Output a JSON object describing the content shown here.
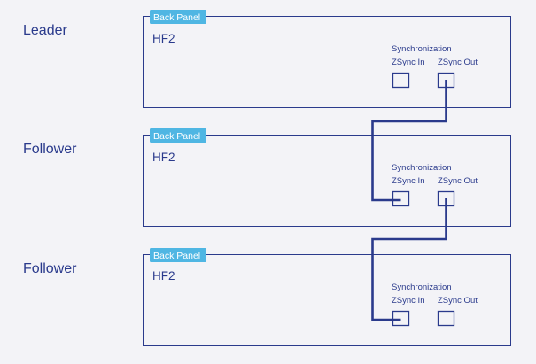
{
  "devices": [
    {
      "role": "Leader",
      "badge": "Back Panel",
      "model": "HF2",
      "sync_title": "Synchronization",
      "port_in": "ZSync In",
      "port_out": "ZSync Out"
    },
    {
      "role": "Follower",
      "badge": "Back Panel",
      "model": "HF2",
      "sync_title": "Synchronization",
      "port_in": "ZSync In",
      "port_out": "ZSync Out"
    },
    {
      "role": "Follower",
      "badge": "Back Panel",
      "model": "HF2",
      "sync_title": "Synchronization",
      "port_in": "ZSync In",
      "port_out": "ZSync Out"
    }
  ],
  "connections": [
    {
      "from_device": 0,
      "from_port": "out",
      "to_device": 1,
      "to_port": "in"
    },
    {
      "from_device": 1,
      "from_port": "out",
      "to_device": 2,
      "to_port": "in"
    }
  ],
  "colors": {
    "line": "#2a3a8c",
    "badge": "#4fb6e3",
    "background": "#f3f3f7"
  }
}
